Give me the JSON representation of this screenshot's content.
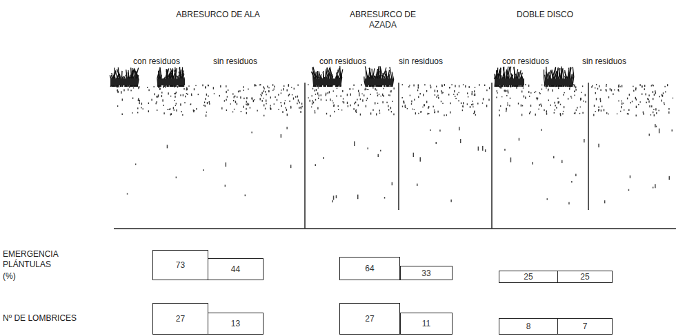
{
  "diagram": {
    "nodes": [
      {
        "text": [
          "73"
        ]
      },
      {
        "text": [
          "44"
        ]
      },
      {
        "text": [
          "64"
        ]
      },
      {
        "text": [
          "33"
        ]
      },
      {
        "text": [
          "25"
        ]
      },
      {
        "text": [
          "25"
        ]
      },
      {
        "text": [
          "27"
        ]
      },
      {
        "text": [
          "13"
        ]
      },
      {
        "text": [
          "27"
        ]
      },
      {
        "text": [
          "11"
        ]
      },
      {
        "text": [
          "8"
        ]
      },
      {
        "text": [
          "7"
        ]
      }
    ],
    "labels": [
      "ABRESURCO DE ALA",
      "ABRESURCO DE AZADA",
      "DOBLE DISCO",
      "con residuos",
      "sin residuos",
      "con residuos",
      "sin residuos",
      "con residuos",
      "sin residuos",
      "EMERGENCIA PLÁNTULAS",
      "(%)",
      "Nº DE LOMBRICES"
    ]
  }
}
